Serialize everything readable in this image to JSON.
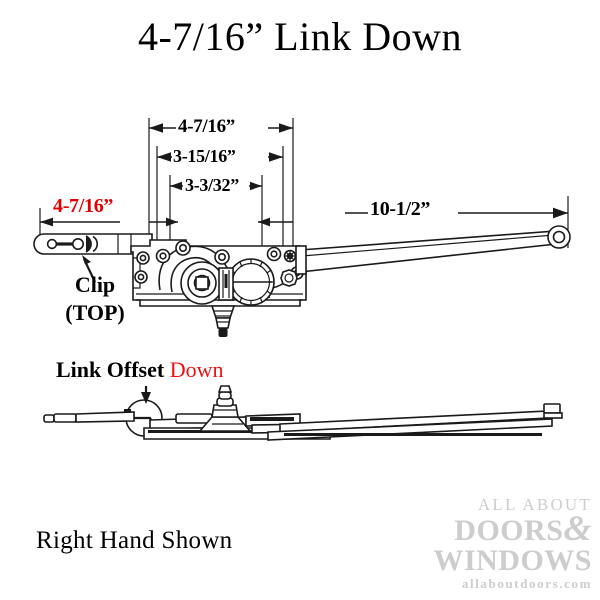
{
  "title": "4-7/16” Link Down",
  "dimensions": {
    "top_outer": "4-7/16”",
    "top_middle": "3-15/16”",
    "top_inner": "3-3/32”",
    "arm_length": "10-1/2”",
    "clip_span": "4-7/16”"
  },
  "callouts": {
    "clip_line1": "Clip",
    "clip_line2": "(TOP)",
    "offset_prefix": "Link Offset",
    "offset_direction": "Down",
    "hand_note": "Right Hand Shown"
  },
  "watermark": {
    "line1": "ALL ABOUT",
    "line2": "DOORS",
    "ampersand": "&",
    "line3": "WINDOWS",
    "line4": "allaboutdoors.com"
  },
  "colors": {
    "ink": "#1a1a1a",
    "red": "#e00000",
    "offset_red": "#ee1111",
    "watermark_gray": "#cdcdcd",
    "background": "#ffffff"
  },
  "diagram": {
    "type": "technical-line-drawing",
    "views": [
      {
        "name": "plan-view",
        "description": "casement window operator with gear housing, clip bar and link arm"
      },
      {
        "name": "side-view",
        "description": "side profile showing link offset down and spindle"
      }
    ]
  }
}
